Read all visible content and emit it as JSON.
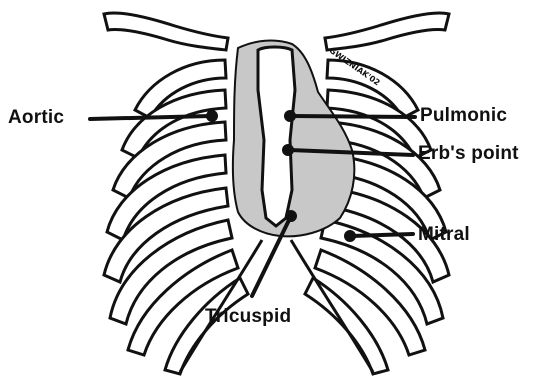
{
  "labels": {
    "aortic": "Aortic",
    "pulmonic": "Pulmonic",
    "erbs_point": "Erb's point",
    "mitral": "Mitral",
    "tricuspid": "Tricuspid"
  },
  "credit": "GWIZNIAK'02",
  "colors": {
    "ink": "#111111",
    "heart_fill": "#c8c8c8",
    "bone": "#ffffff"
  }
}
